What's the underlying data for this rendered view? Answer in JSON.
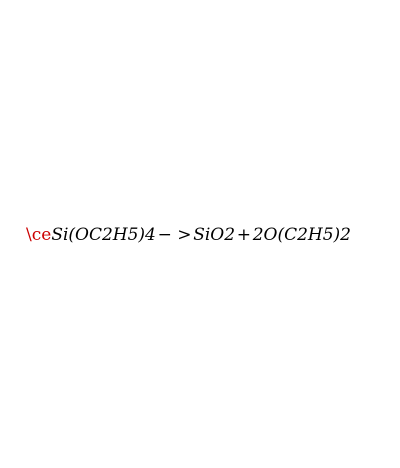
{
  "equation": {
    "command": "\\ce",
    "reactant": "Si(OC2H5)4",
    "arrow": "− >",
    "product_1": "SiO2",
    "plus": "+",
    "product_2": "2O(C2H5)2",
    "command_color": "#cc0000"
  }
}
